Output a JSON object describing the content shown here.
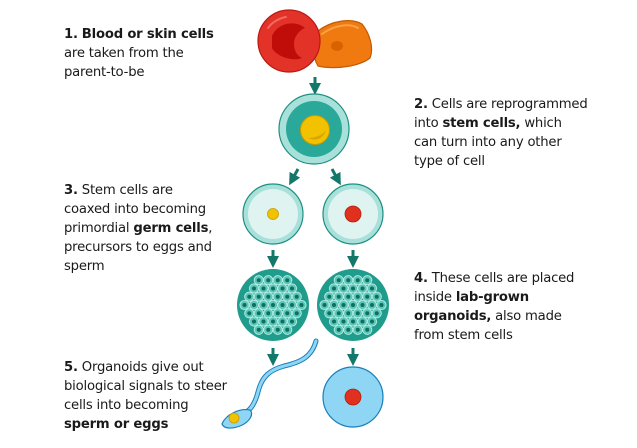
{
  "diagram": {
    "steps": [
      {
        "number": "1.",
        "bold": "Blood or skin cells",
        "rest": [
          " are taken from the",
          "parent-to-be"
        ]
      },
      {
        "number": "2.",
        "l1": " Cells are reprogrammed",
        "l2a": "into ",
        "l2b": "stem cells,",
        "l2c": " which",
        "l3": "can turn into any other",
        "l4": "type of cell"
      },
      {
        "number": "3.",
        "l1": " Stem cells are",
        "l2": "coaxed into becoming",
        "l3a": "primordial ",
        "l3b": "germ cells",
        "l3c": ",",
        "l4": "precursors to eggs and",
        "l5": "sperm"
      },
      {
        "number": "4.",
        "l1": " These cells are placed",
        "l2a": "inside ",
        "l2b": "lab-grown",
        "l3a": "organoids,",
        "l3b": " also made",
        "l4": "from stem cells"
      },
      {
        "number": "5.",
        "l1": " Organoids give out",
        "l2": "biological signals to steer",
        "l3": "cells into becoming",
        "l4": "sperm or eggs"
      }
    ],
    "colors": {
      "arrow": "#11786a",
      "teal_dark": "#2aa89a",
      "teal_light": "#a8e0da",
      "pale_cell": "#dff3f1",
      "yolk": "#f2c200",
      "red_nucleus": "#e0301e",
      "blood_cell": "#e33228",
      "skin_cell": "#f07a10",
      "gamete_blue": "#8fd6f5"
    }
  }
}
